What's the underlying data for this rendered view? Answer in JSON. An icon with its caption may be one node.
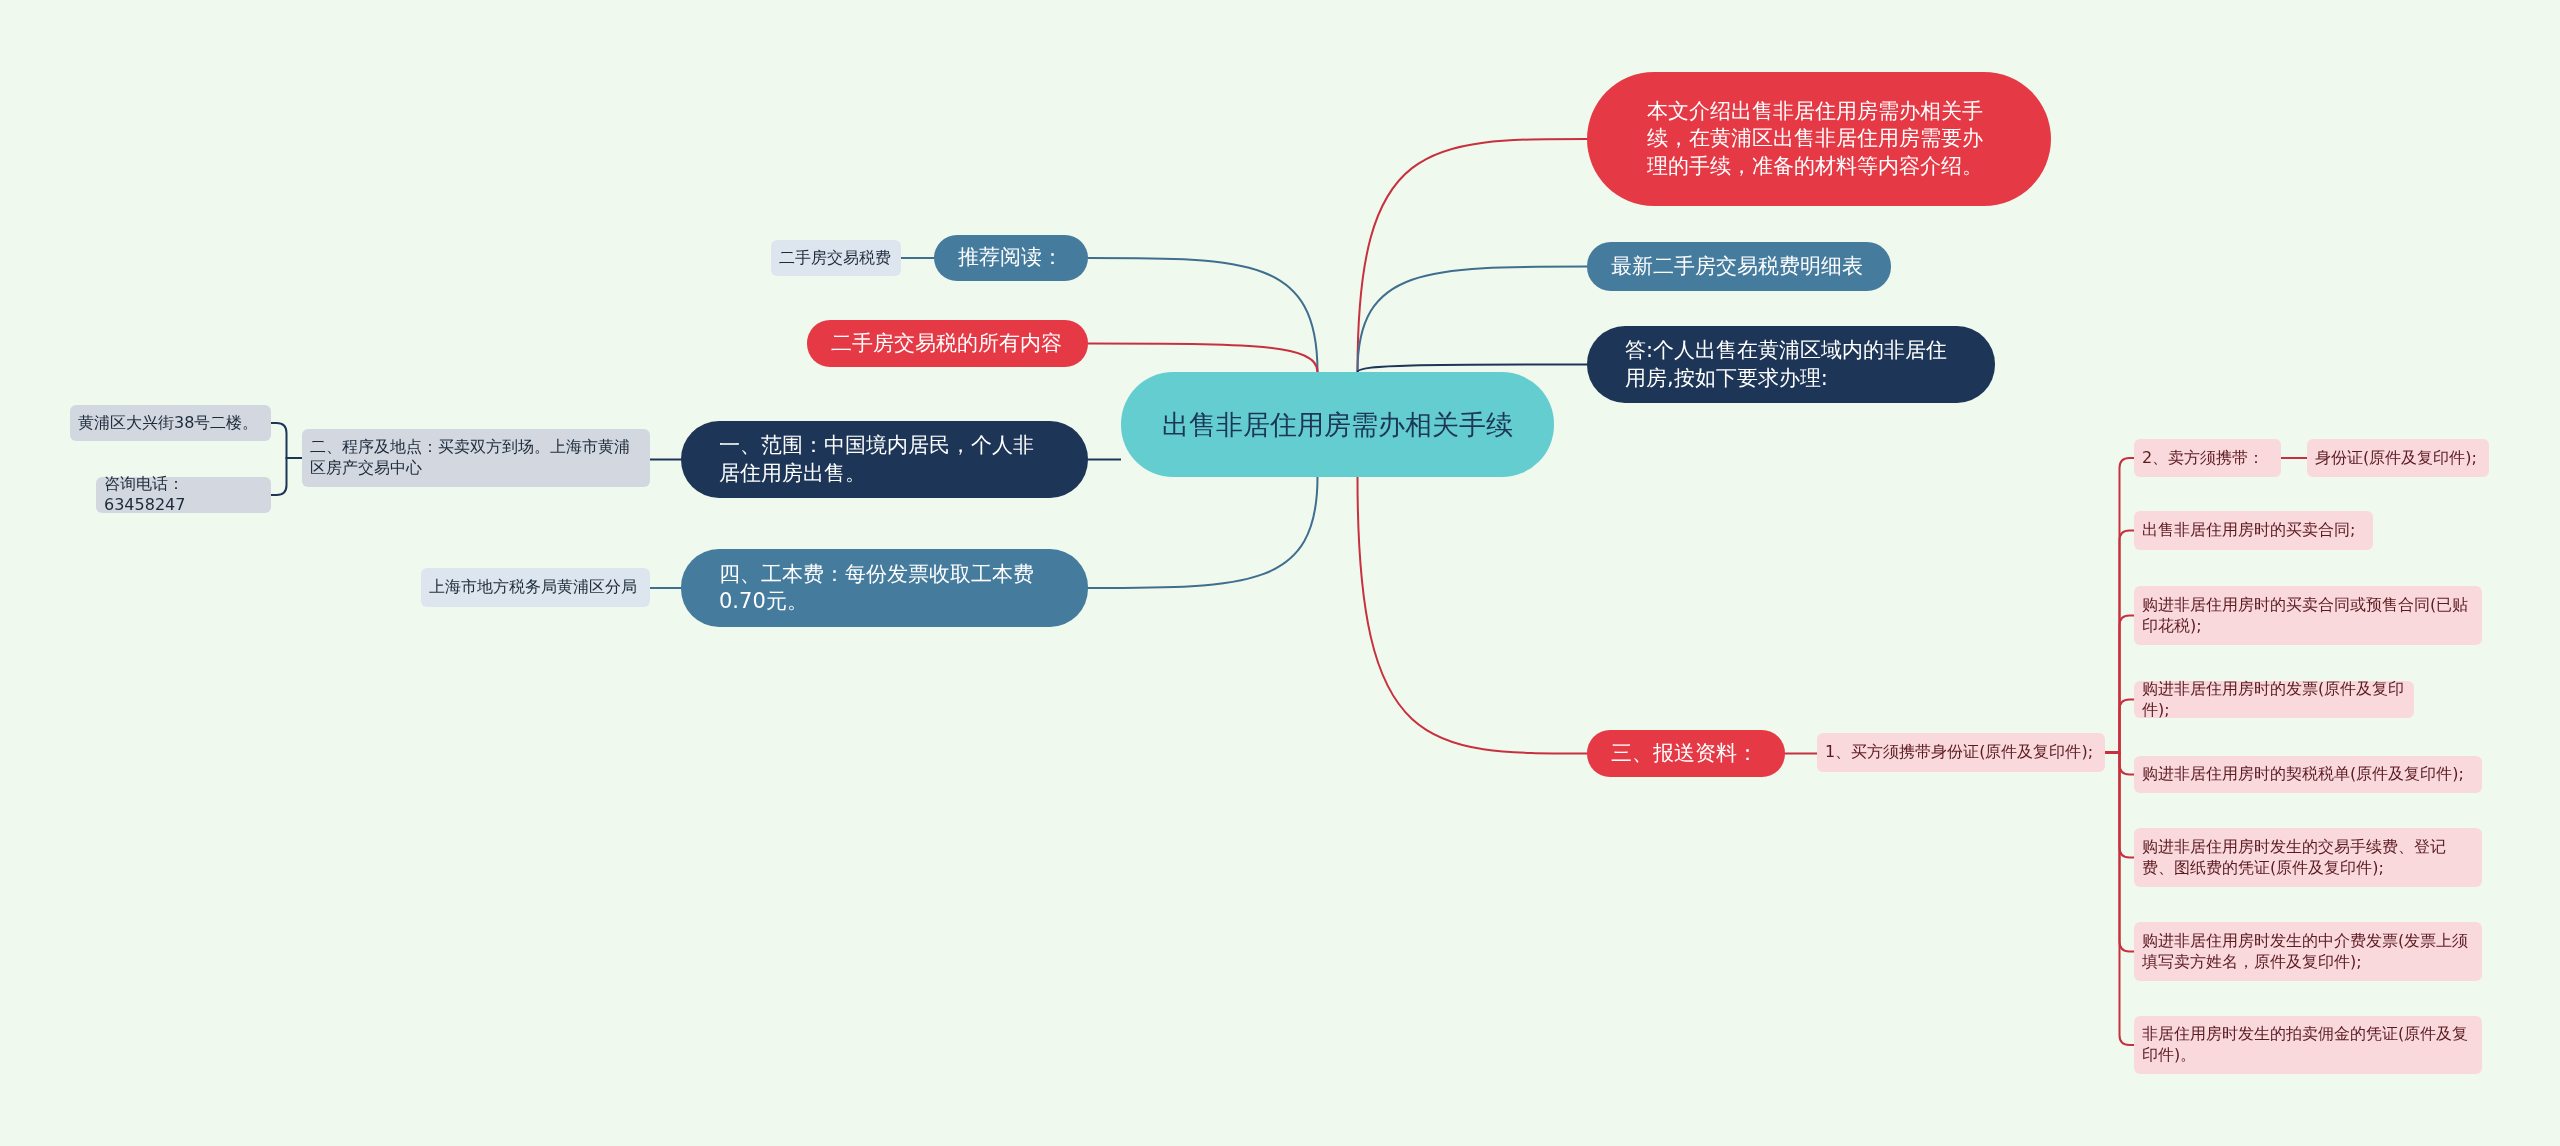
{
  "diagram": {
    "nodes": [
      {
        "text": [
          "出售非居住用房需办相关手续"
        ]
      },
      {
        "text": [
          "本文介绍出售非居住用房需办相关手续，在黄浦区出售非居住用房需要办理的手续，准备的材料等内容介绍。"
        ]
      },
      {
        "text": [
          "最新二手房交易税费明细表"
        ]
      },
      {
        "text": [
          "答:个人出售在黄浦区域内的非居住用房,按如下要求办理:"
        ]
      },
      {
        "text": [
          "三、报送资料："
        ]
      },
      {
        "text": [
          "1、买方须携带身份证(原件及复印件);"
        ]
      },
      {
        "text": [
          "2、卖方须携带："
        ]
      },
      {
        "text": [
          "身份证(原件及复印件);"
        ]
      },
      {
        "text": [
          "出售非居住用房时的买卖合同;"
        ]
      },
      {
        "text": [
          "购进非居住用房时的买卖合同或预售合同(已贴印花税);"
        ]
      },
      {
        "text": [
          "购进非居住用房时的发票(原件及复印件);"
        ]
      },
      {
        "text": [
          "购进非居住用房时的契税税单(原件及复印件);"
        ]
      },
      {
        "text": [
          "购进非居住用房时发生的交易手续费、登记费、图纸费的凭证(原件及复印件);"
        ]
      },
      {
        "text": [
          "购进非居住用房时发生的中介费发票(发票上须填写卖方姓名，原件及复印件);"
        ]
      },
      {
        "text": [
          "非居住用房时发生的拍卖佣金的凭证(原件及复印件)。"
        ]
      },
      {
        "text": [
          "推荐阅读："
        ]
      },
      {
        "text": [
          "二手房交易税费"
        ]
      },
      {
        "text": [
          "二手房交易税的所有内容"
        ]
      },
      {
        "text": [
          "一、范围：中国境内居民，个人非居住用房出售。"
        ]
      },
      {
        "text": [
          "二、程序及地点：买卖双方到场。上海市黄浦区房产交易中心"
        ]
      },
      {
        "text": [
          "黄浦区大兴街38号二楼。"
        ]
      },
      {
        "text": [
          "咨询电话：63458247"
        ]
      },
      {
        "text": [
          "四、工本费：每份发票收取工本费0.70元。"
        ]
      },
      {
        "text": [
          "上海市地方税务局黄浦区分局"
        ]
      }
    ],
    "edges": [
      {
        "from": 0,
        "to": 1,
        "arrow": "none"
      },
      {
        "from": 0,
        "to": 2,
        "arrow": "none",
        "color": "#3f6e8f"
      },
      {
        "from": 0,
        "to": 3,
        "arrow": "none",
        "color": "#1d3557"
      },
      {
        "from": 0,
        "to": 4,
        "arrow": "none"
      },
      {
        "from": 4,
        "to": 5,
        "arrow": "none"
      },
      {
        "from": 5,
        "to": 6,
        "arrow": "none"
      },
      {
        "from": 6,
        "to": 7,
        "arrow": "none"
      },
      {
        "from": 5,
        "to": 8,
        "arrow": "none"
      },
      {
        "from": 5,
        "to": 9,
        "arrow": "none"
      },
      {
        "from": 5,
        "to": 10,
        "arrow": "none"
      },
      {
        "from": 5,
        "to": 11,
        "arrow": "none"
      },
      {
        "from": 5,
        "to": 12,
        "arrow": "none"
      },
      {
        "from": 5,
        "to": 13,
        "arrow": "none"
      },
      {
        "from": 5,
        "to": 14,
        "arrow": "none"
      },
      {
        "from": 0,
        "to": 15,
        "arrow": "none",
        "color": "#3f6e8f"
      },
      {
        "from": 15,
        "to": 16,
        "arrow": "none",
        "color": "#3f6e8f"
      },
      {
        "from": 0,
        "to": 17,
        "arrow": "none"
      },
      {
        "from": 0,
        "to": 18,
        "arrow": "none",
        "color": "#1d3557"
      },
      {
        "from": 18,
        "to": 19,
        "arrow": "none",
        "color": "#1d3557"
      },
      {
        "from": 19,
        "to": 20,
        "arrow": "none",
        "color": "#1d3557"
      },
      {
        "from": 19,
        "to": 21,
        "arrow": "none",
        "color": "#1d3557"
      },
      {
        "from": 0,
        "to": 22,
        "arrow": "none",
        "color": "#3f6e8f"
      },
      {
        "from": 22,
        "to": 23,
        "arrow": "none",
        "color": "#3f6e8f"
      }
    ]
  }
}
